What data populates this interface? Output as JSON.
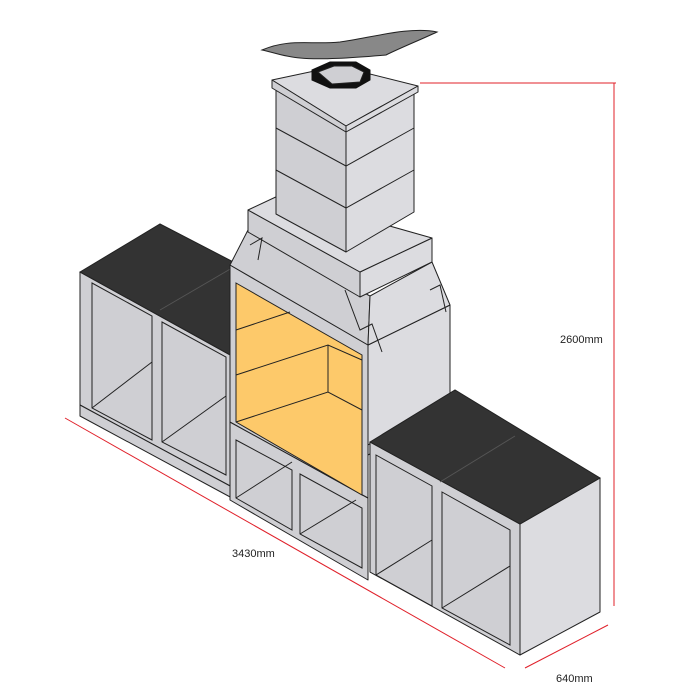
{
  "title": "Outdoor fireplace with side counters - dimensions",
  "dimensions": {
    "height": "2600mm",
    "width": "3430mm",
    "depth": "640mm"
  },
  "colors": {
    "body": "#cfcfd3",
    "worktop": "#333333",
    "firebox": "#fdc96a",
    "dimension_line": "#e0202a"
  }
}
